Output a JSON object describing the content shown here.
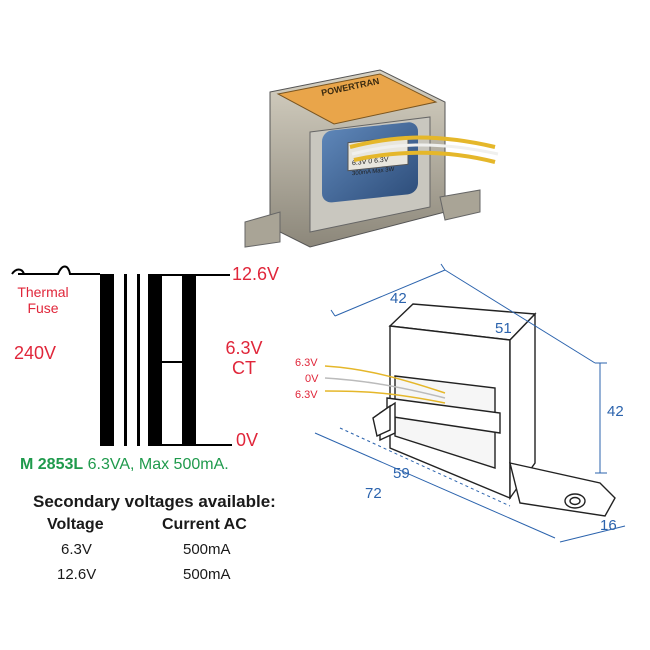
{
  "photo": {
    "label_top": "POWERTRAN",
    "label_wires": "6.3V 0 6.3V",
    "label_rating": "300mA Max 3W"
  },
  "schematic": {
    "fuse_label": "Thermal Fuse",
    "primary": "240V",
    "tap_top": "12.6V",
    "tap_mid": "6.3V",
    "tap_mid_sub": "CT",
    "tap_bottom": "0V"
  },
  "model": {
    "code": "M 2853L",
    "spec": "6.3VA, Max 500mA."
  },
  "secondary": {
    "title": "Secondary voltages available:",
    "headers": [
      "Voltage",
      "Current AC"
    ],
    "rows": [
      {
        "voltage": "6.3V",
        "current": "500mA"
      },
      {
        "voltage": "12.6V",
        "current": "500mA"
      }
    ]
  },
  "dimensions": {
    "depth": "42",
    "width_top": "51",
    "height": "42",
    "base_inner": "59",
    "base_outer": "72",
    "foot": "16",
    "wires": [
      "6.3V",
      "0V",
      "6.3V"
    ]
  },
  "colors": {
    "red": "#e0263a",
    "blue": "#2b63ad",
    "green": "#1f9a4c"
  }
}
